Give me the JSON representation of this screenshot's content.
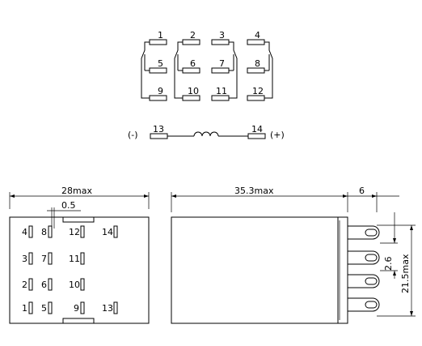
{
  "schematic": {
    "contacts_top": [
      "1",
      "2",
      "3",
      "4"
    ],
    "contacts_mid": [
      "5",
      "6",
      "7",
      "8"
    ],
    "contacts_bot": [
      "9",
      "10",
      "11",
      "12"
    ],
    "coil": {
      "left_pin": "13",
      "right_pin": "14",
      "left_polarity": "(-)",
      "right_polarity": "(+)"
    }
  },
  "bottom_view": {
    "width_dim": "28max",
    "gap_dim": "0.5",
    "pins_row1": [
      "4",
      "8",
      "12",
      "14"
    ],
    "pins_row2": [
      "3",
      "7",
      "11"
    ],
    "pins_row3": [
      "2",
      "6",
      "10"
    ],
    "pins_row4": [
      "1",
      "5",
      "9",
      "13"
    ]
  },
  "side_view": {
    "length_dim": "35.3max",
    "terminal_dim": "6",
    "pitch_dim": "2.6",
    "height_dim": "21.5max"
  }
}
